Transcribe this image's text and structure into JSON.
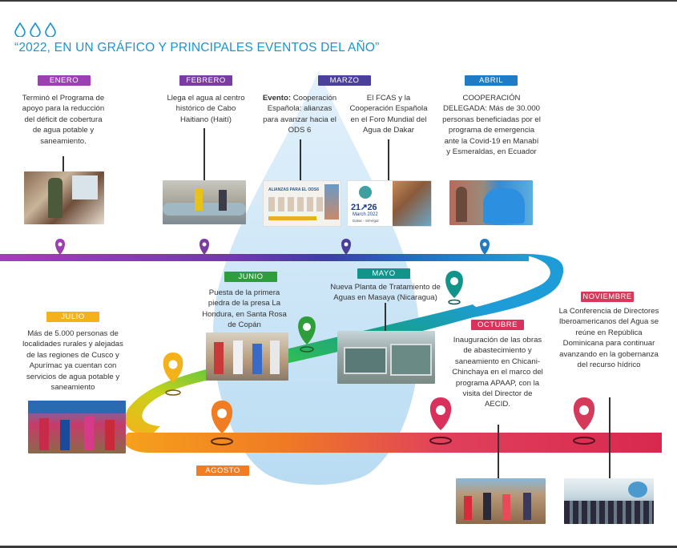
{
  "title": "“2022, EN UN GRÁFICO Y PRINCIPALES EVENTOS DEL AÑO”",
  "icons": [
    "water-drop-icon",
    "water-drop-icon",
    "water-drop-icon"
  ],
  "colors": {
    "title": "#1a95cf",
    "enero": "#9b3fb2",
    "febrero": "#7a3ba3",
    "marzo": "#4a3f9b",
    "abril": "#1e7bc4",
    "mayo": "#13948a",
    "junio": "#2e9e3a",
    "julio": "#f3b21a",
    "agosto": "#f07c24",
    "octubre": "#d9305c",
    "noviembre": "#d63a5a",
    "drop": "#cfe6f6"
  },
  "events": {
    "enero": {
      "month": "ENERO",
      "text": "Terminó el Programa de apoyo para la reducción del déficit de cobertura de agua potable y saneamiento."
    },
    "febrero": {
      "month": "FEBRERO",
      "text": "Llega el agua al centro histórico de Cabo Haitiano (Haití)"
    },
    "marzo": {
      "month": "MARZO",
      "event_label": "Evento:",
      "event_text": " Cooperación Española: alianzas para avanzar hacia el ODS 6",
      "text2": "El FCAS y la Cooperación Española en el Foro Mundial del Agua de Dakar",
      "poster_title": "ALIANZAS PARA EL ODS6",
      "poster_dates": "21↗26",
      "poster_month": "March 2022",
      "poster_city": "Dakar - Sénégal"
    },
    "abril": {
      "month": "ABRIL",
      "text": "COOPERACIÓN DELEGADA: Más de 30.000 personas beneficiadas por el programa de emergencia ante la Covid-19 en Manabí y Esmeraldas, en Ecuador"
    },
    "mayo": {
      "month": "MAYO",
      "text": "Nueva Planta de Tratamiento de Aguas en Masaya (Nicaragua)"
    },
    "junio": {
      "month": "JUNIO",
      "text": "Puesta de la primera piedra de la presa La Hondura, en Santa Rosa de Copán"
    },
    "julio": {
      "month": "JULIO",
      "text": "Más de 5.000 personas de localidades rurales y alejadas de las regiones de Cusco y Apurímac ya cuentan con servicios de agua potable y saneamiento"
    },
    "agosto": {
      "month": "AGOSTO"
    },
    "octubre": {
      "month": "OCTUBRE",
      "text": "Inauguración de las obras de abastecimiento y saneamiento en Chicani-Chinchaya en el marco del programa APAAP, con la visita del Director de AECID."
    },
    "noviembre": {
      "month": "NOVIEMBRE",
      "text": "La Conferencia de Directores Iberoamericanos del Agua se reúne en República Dominicana para continuar avanzando en la gobernanza del recurso hídrico"
    }
  }
}
